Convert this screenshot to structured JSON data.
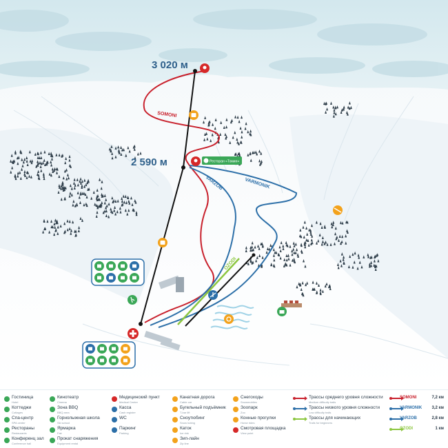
{
  "map": {
    "altitudes": {
      "top": "3 020 м",
      "middle": "2 590 м"
    },
    "restaurant_label": "Ресторан «Томин»",
    "trails": [
      {
        "name": "SOMONI",
        "color": "#c8202c",
        "length": "7,2 км"
      },
      {
        "name": "VARMONIK",
        "color": "#2c6fa8",
        "length": "3,2 км"
      },
      {
        "name": "VARZOB",
        "color": "#2c6fa8",
        "length": "2,8 км"
      },
      {
        "name": "OZODI",
        "color": "#8cc63f",
        "length": "1 км"
      }
    ]
  },
  "legend": {
    "col1": [
      {
        "ru": "Гостиница",
        "en": "Hotel",
        "color": "#3aa757",
        "icon": "hotel-icon"
      },
      {
        "ru": "Коттеджи",
        "en": "Cottages",
        "color": "#3aa757",
        "icon": "cottage-icon"
      },
      {
        "ru": "Спа-центр",
        "en": "SPA center",
        "color": "#3aa757",
        "icon": "spa-icon"
      },
      {
        "ru": "Рестораны",
        "en": "Restaurants",
        "color": "#3aa757",
        "icon": "restaurant-icon"
      },
      {
        "ru": "Конференц зал",
        "en": "Conference hall",
        "color": "#3aa757",
        "icon": "conference-icon"
      }
    ],
    "col2": [
      {
        "ru": "Кинотеатр",
        "en": "Cinema",
        "color": "#3aa757",
        "icon": "cinema-icon"
      },
      {
        "ru": "Зона BBQ",
        "en": "BBQ area",
        "color": "#3aa757",
        "icon": "bbq-icon"
      },
      {
        "ru": "Горнолыжная школа",
        "en": "Ski school",
        "color": "#3aa757",
        "icon": "ski-school-icon"
      },
      {
        "ru": "Ярмарка",
        "en": "Fair",
        "color": "#3aa757",
        "icon": "fair-icon"
      },
      {
        "ru": "Прокат снаряжения",
        "en": "Equipment rental",
        "color": "#3aa757",
        "icon": "rental-icon"
      }
    ],
    "col3": [
      {
        "ru": "Медицинский пункт",
        "en": "Medical Center",
        "color": "#d62828",
        "icon": "medical-icon"
      },
      {
        "ru": "Касса",
        "en": "Cash register",
        "color": "#2c6fa8",
        "icon": "cashier-icon"
      },
      {
        "ru": "WC",
        "en": "",
        "color": "#2c6fa8",
        "icon": "wc-icon"
      },
      {
        "ru": "Паркинг",
        "en": "Parking",
        "color": "#2c6fa8",
        "icon": "parking-icon"
      }
    ],
    "col4": [
      {
        "ru": "Канатная дорога",
        "en": "Cable car",
        "color": "#f3a21b",
        "icon": "cable-car-icon"
      },
      {
        "ru": "Бугельный подъёмник",
        "en": "T-bar lift",
        "color": "#f3a21b",
        "icon": "t-bar-icon"
      },
      {
        "ru": "Сноутюбинг",
        "en": "Snow tubing",
        "color": "#f3a21b",
        "icon": "snow-tubing-icon"
      },
      {
        "ru": "Каток",
        "en": "Ice rink",
        "color": "#f3a21b",
        "icon": "ice-rink-icon"
      },
      {
        "ru": "Зип-лайн",
        "en": "Zip line",
        "color": "#f3a21b",
        "icon": "zipline-icon"
      }
    ],
    "col5": [
      {
        "ru": "Снегоходы",
        "en": "Snowmobiles",
        "color": "#f3a21b",
        "icon": "snowmobile-icon"
      },
      {
        "ru": "Зоопарк",
        "en": "Zoo",
        "color": "#f3a21b",
        "icon": "zoo-icon"
      },
      {
        "ru": "Конные прогулки",
        "en": "Horse rides",
        "color": "#f3a21b",
        "icon": "horse-icon"
      },
      {
        "ru": "Смотровая площадка",
        "en": "View point",
        "color": "#d62828",
        "icon": "viewpoint-icon"
      }
    ],
    "difficulty": [
      {
        "ru": "Трассы среднего уровня сложности",
        "en": "Medium difficulty trails",
        "color": "#c8202c"
      },
      {
        "ru": "Трассы низкого уровня сложности",
        "en": "Low difficulty trails",
        "color": "#2c6fa8"
      },
      {
        "ru": "Трассы для начинающих",
        "en": "Trails for beginners",
        "color": "#8cc63f"
      }
    ]
  }
}
